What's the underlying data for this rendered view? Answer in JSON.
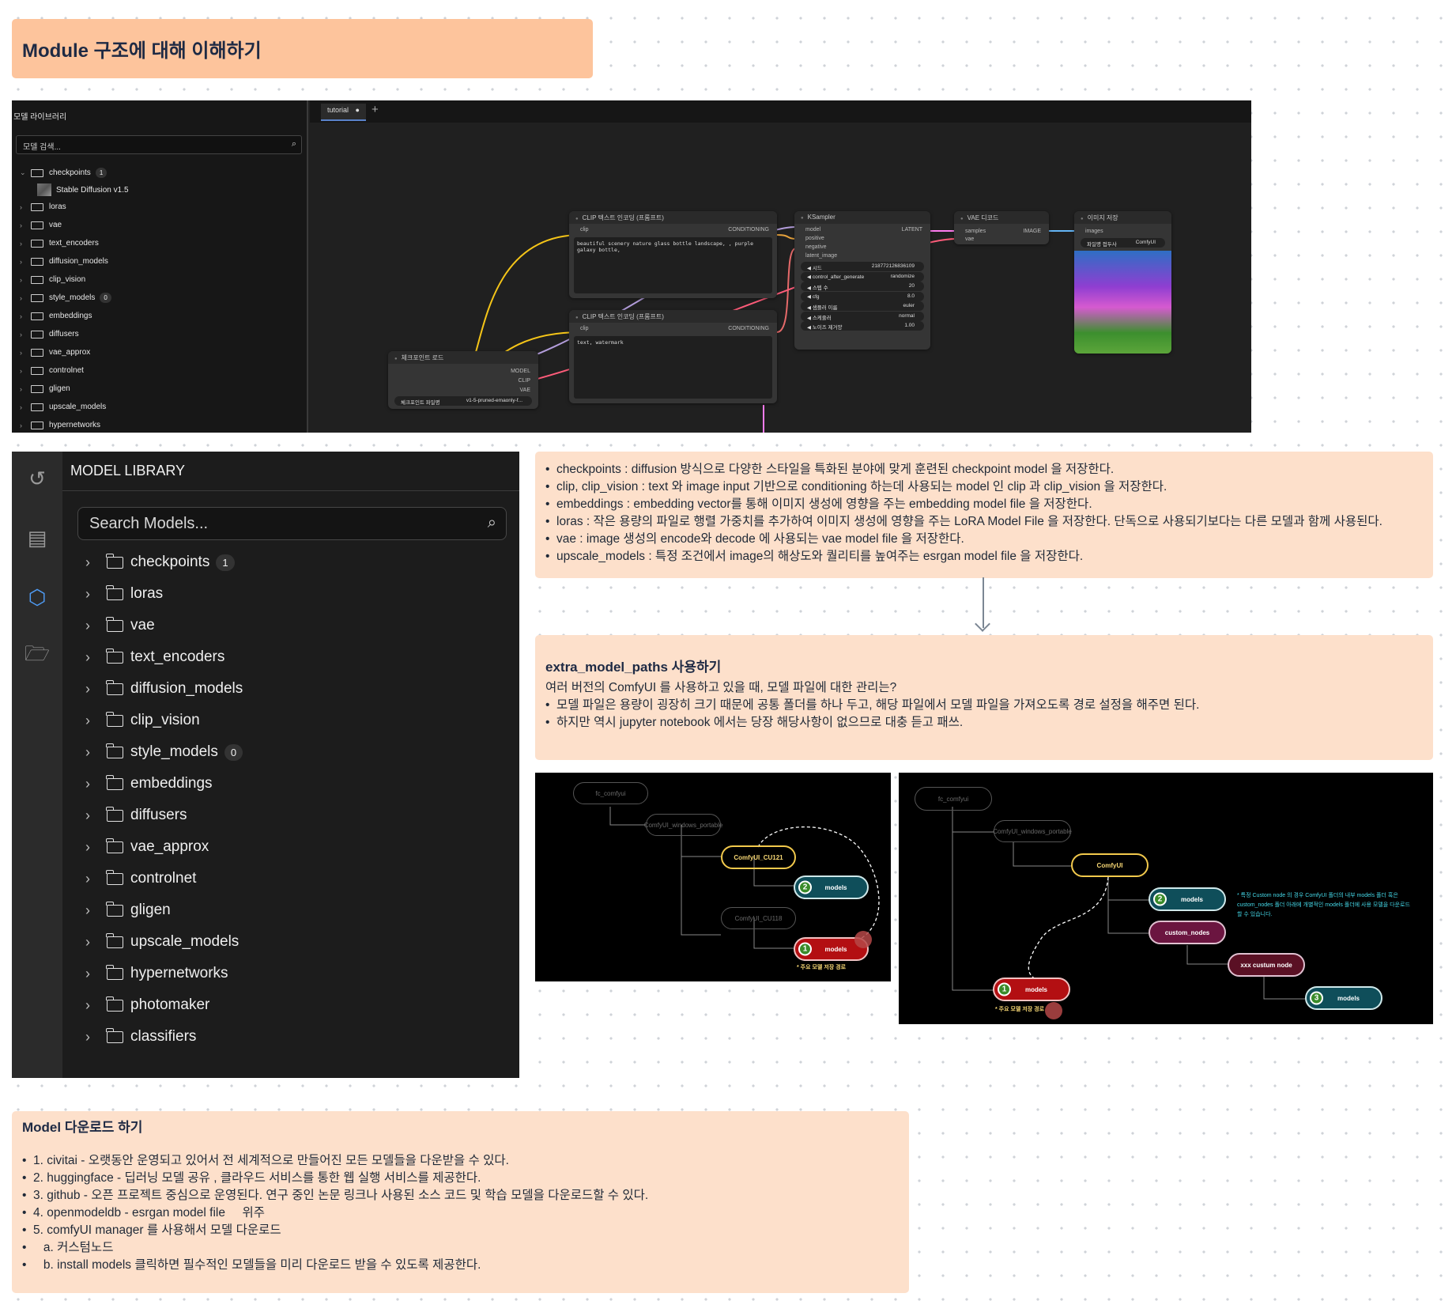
{
  "title": "Module 구조에 대해 이해하기",
  "shot1": {
    "sidebar_title": "모델 라이브러리",
    "search_placeholder": "모델 검색...",
    "folders": [
      "checkpoints",
      "loras",
      "vae",
      "text_encoders",
      "diffusion_models",
      "clip_vision",
      "style_models",
      "embeddings",
      "diffusers",
      "vae_approx",
      "controlnet",
      "gligen",
      "upscale_models",
      "hypernetworks"
    ],
    "checkpoints_count": "1",
    "style_models_count": "0",
    "checkpoint_item": "Stable Diffusion v1.5",
    "tab": "tutorial",
    "tab_plus": "+",
    "clip_pos": {
      "title": "CLIP 텍스트 인코딩 (프롬프트)",
      "in": "clip",
      "out": "CONDITIONING",
      "text": "beautiful scenery nature glass bottle landscape, , purple galaxy bottle,"
    },
    "clip_neg": {
      "title": "CLIP 텍스트 인코딩 (프롬프트)",
      "in": "clip",
      "out": "CONDITIONING",
      "text": "text, watermark"
    },
    "ckpt": {
      "title": "체크포인트 로드",
      "o1": "MODEL",
      "o2": "CLIP",
      "o3": "VAE",
      "widget_label": "체크포인트 파일명",
      "widget_value": "v1-5-pruned-emaonly-f..."
    },
    "ksampler": {
      "title": "KSampler",
      "inputs": [
        "model",
        "positive",
        "negative",
        "latent_image"
      ],
      "out": "LATENT",
      "widgets": [
        [
          "시드",
          "218772126836109"
        ],
        [
          "control_after_generate",
          "randomize"
        ],
        [
          "스텝 수",
          "20"
        ],
        [
          "cfg",
          "8.0"
        ],
        [
          "샘플러 이름",
          "euler"
        ],
        [
          "스케줄러",
          "normal"
        ],
        [
          "노이즈 제거양",
          "1.00"
        ]
      ]
    },
    "vae": {
      "title": "VAE 디코드",
      "in1": "samples",
      "in2": "vae",
      "out": "IMAGE"
    },
    "save": {
      "title": "이미지 저장",
      "in": "images",
      "widget_label": "파일명 접두사",
      "widget_value": "ComfyUI"
    }
  },
  "library": {
    "title": "MODEL LIBRARY",
    "search_placeholder": "Search Models...",
    "rail_icons": [
      "history-icon",
      "queue-list-icon",
      "cube-icon",
      "folder-open-icon"
    ],
    "folders": [
      {
        "name": "checkpoints",
        "count": "1"
      },
      {
        "name": "loras"
      },
      {
        "name": "vae"
      },
      {
        "name": "text_encoders"
      },
      {
        "name": "diffusion_models"
      },
      {
        "name": "clip_vision"
      },
      {
        "name": "style_models",
        "count": "0"
      },
      {
        "name": "embeddings"
      },
      {
        "name": "diffusers"
      },
      {
        "name": "vae_approx"
      },
      {
        "name": "controlnet"
      },
      {
        "name": "gligen"
      },
      {
        "name": "upscale_models"
      },
      {
        "name": "hypernetworks"
      },
      {
        "name": "photomaker"
      },
      {
        "name": "classifiers"
      }
    ]
  },
  "notes": [
    "checkpoints : diffusion 방식으로 다양한 스타일을 특화된 분야에 맞게 훈련된 checkpoint model 을 저장한다.",
    "clip, clip_vision : text 와 image input 기반으로 conditioning 하는데 사용되는 model 인 clip 과 clip_vision 을 저장한다.",
    "embeddings : embedding vector를 통해 이미지 생성에 영향을 주는 embedding model file 을 저장한다.",
    "loras : 작은 용량의 파일로 행렬 가중치를 추가하여 이미지 생성에 영향을 주는 LoRA Model File 을 저장한다. 단독으로 사용되기보다는 다른 모델과 함께 사용된다.",
    "vae : image 생성의 encode와 decode 에 사용되는 vae model file 을 저장한다.",
    "upscale_models : 특정 조건에서 image의 해상도와 퀄리티를 높여주는 esrgan model file 을 저장한다."
  ],
  "extra": {
    "title": "extra_model_paths 사용하기",
    "line": "여러 버전의 ComfyUI 를 사용하고 있을 때, 모델 파일에 대한 관리는?",
    "bullets": [
      "모델 파일은 용량이 굉장히 크기 때문에 공통 폴더를 하나 두고, 해당 파일에서 모델 파일을 가져오도록 경로 설정을 해주면 된다.",
      "하지만 역시 jupyter notebook 에서는 당장 해당사항이 없으므로 대충 듣고 패쓰."
    ]
  },
  "diagram1": {
    "root": "fc_comfyui",
    "portable": "ComfyUI_windows_portable",
    "cu121": "ComfyUI_CU121",
    "cu118": "ComfyUI_CU118",
    "models": "models",
    "n1": "1",
    "n2": "2",
    "caption": "* 주요 모델 저장 경로"
  },
  "diagram2": {
    "root": "fc_comfyui",
    "portable": "ComfyUI_windows_portable",
    "comfy": "ComfyUI",
    "models": "models",
    "custom": "custom_nodes",
    "xxx": "xxx custum node",
    "n1": "1",
    "n2": "2",
    "n3": "3",
    "caption": "* 주요 모델 저장 경로",
    "note": "* 특정 Custom node 의 경우 ComfyUI 폴더의 내부 models 폴더 혹은 custom_nodes 폴더 아래에 개별적인 models 폴더에 사용 모델을 다운로드할 수 있습니다."
  },
  "download": {
    "title": "Model 다운로드 하기",
    "items": [
      "1. civitai - 오랫동안 운영되고 있어서 전 세계적으로 만들어진 모든 모델들을 다운받을 수 있다.",
      "2. huggingface - 딥러닝 모델 공유 , 클라우드 서비스를 통한 웹 실행 서비스를 제공한다.",
      "3. github - 오픈 프로젝트 중심으로 운영된다. 연구 중인 논문 링크나 사용된 소스 코드 및 학습 모델을 다운로드할 수 있다.",
      "4. openmodeldb - esrgan model file     위주",
      "5. comfyUI manager 를 사용해서 모델 다운로드",
      "   a. 커스텀노드",
      "   b. install models 클릭하면 필수적인 모델들을 미리 다운로드 받을 수 있도록 제공한다."
    ]
  }
}
